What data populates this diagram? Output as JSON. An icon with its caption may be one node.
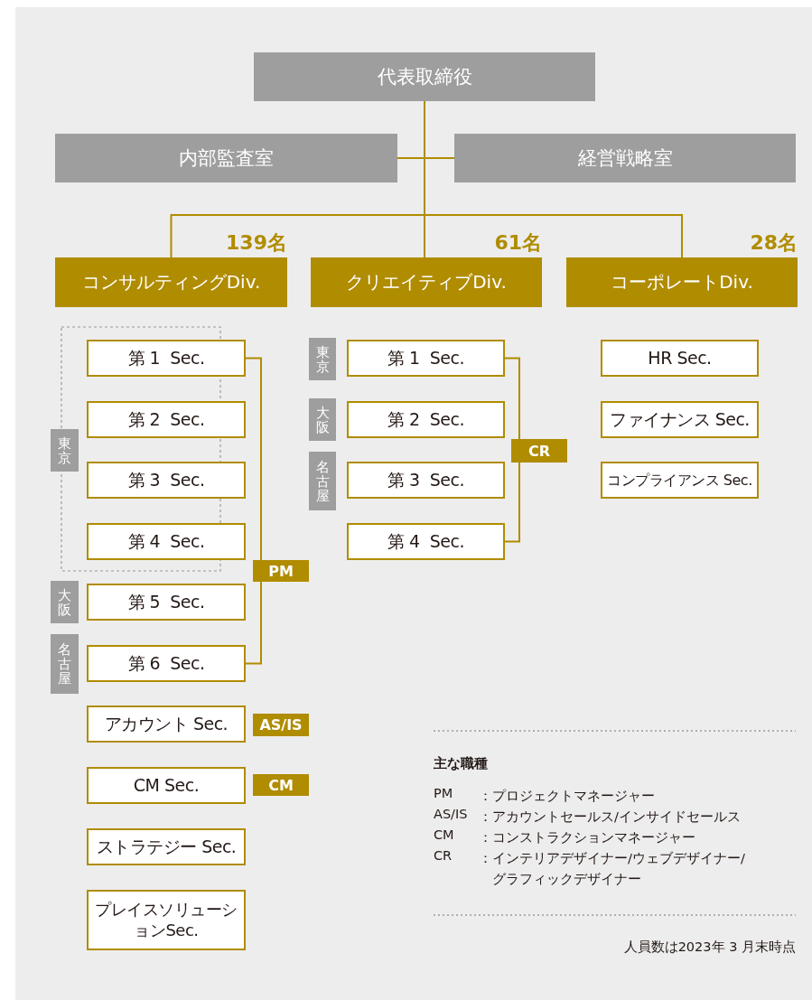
{
  "diagram": {
    "nodes": [
      {
        "text": [
          "代表取締役"
        ]
      },
      {
        "text": [
          "内部監査室"
        ]
      },
      {
        "text": [
          "経営戦略室"
        ]
      },
      {
        "text": [
          "コンサルティングDiv."
        ],
        "beside": [
          "139名"
        ]
      },
      {
        "text": [
          "クリエイティブDiv."
        ],
        "beside": [
          "61名"
        ]
      },
      {
        "text": [
          "コーポレートDiv."
        ],
        "beside": [
          "28名"
        ]
      },
      {
        "text": [
          "東京"
        ]
      },
      {
        "text": [
          "第 1  Sec."
        ]
      },
      {
        "text": [
          "第 2  Sec."
        ]
      },
      {
        "text": [
          "第 3  Sec."
        ]
      },
      {
        "text": [
          "第 4  Sec."
        ]
      },
      {
        "text": [
          "大阪"
        ]
      },
      {
        "text": [
          "第 5  Sec."
        ]
      },
      {
        "text": [
          "名古屋"
        ]
      },
      {
        "text": [
          "第 6  Sec."
        ]
      },
      {
        "text": [
          "PM"
        ]
      },
      {
        "text": [
          "アカウント Sec."
        ]
      },
      {
        "text": [
          "AS/IS"
        ]
      },
      {
        "text": [
          "CM Sec."
        ]
      },
      {
        "text": [
          "CM"
        ]
      },
      {
        "text": [
          "ストラテジー Sec."
        ]
      },
      {
        "text": [
          "プレイスソリューションSec."
        ]
      },
      {
        "text": [
          "東京"
        ]
      },
      {
        "text": [
          "第 1  Sec."
        ]
      },
      {
        "text": [
          "大阪"
        ]
      },
      {
        "text": [
          "第 2  Sec."
        ]
      },
      {
        "text": [
          "名古屋"
        ]
      },
      {
        "text": [
          "第 3  Sec."
        ]
      },
      {
        "text": [
          "第 4  Sec."
        ]
      },
      {
        "text": [
          "CR"
        ]
      },
      {
        "text": [
          "HR Sec."
        ]
      },
      {
        "text": [
          "ファイナンス Sec."
        ]
      },
      {
        "text": [
          "コンプライアンス Sec."
        ]
      }
    ],
    "edges": [
      {
        "from": 0,
        "to": 1,
        "arrow": "none"
      },
      {
        "from": 0,
        "to": 2,
        "arrow": "none"
      },
      {
        "from": 0,
        "to": 3,
        "arrow": "none"
      },
      {
        "from": 0,
        "to": 4,
        "arrow": "none"
      },
      {
        "from": 0,
        "to": 5,
        "arrow": "none"
      },
      {
        "from": 15,
        "to": 7,
        "arrow": "none"
      },
      {
        "from": 15,
        "to": 14,
        "arrow": "none"
      },
      {
        "from": 29,
        "to": 23,
        "arrow": "none"
      },
      {
        "from": 29,
        "to": 28,
        "arrow": "none"
      }
    ],
    "labels": [
      "主な職種",
      "PM",
      "：プロジェクトマネージャー",
      "AS/IS",
      "：アカウントセールス/インサイドセールス",
      "CM",
      "：コンストラクションマネージャー",
      "CR",
      "：インテリアデザイナー/ウェブデザイナー/グラフィックデザイナー",
      "人員数は2023年 3 月末時点"
    ]
  }
}
